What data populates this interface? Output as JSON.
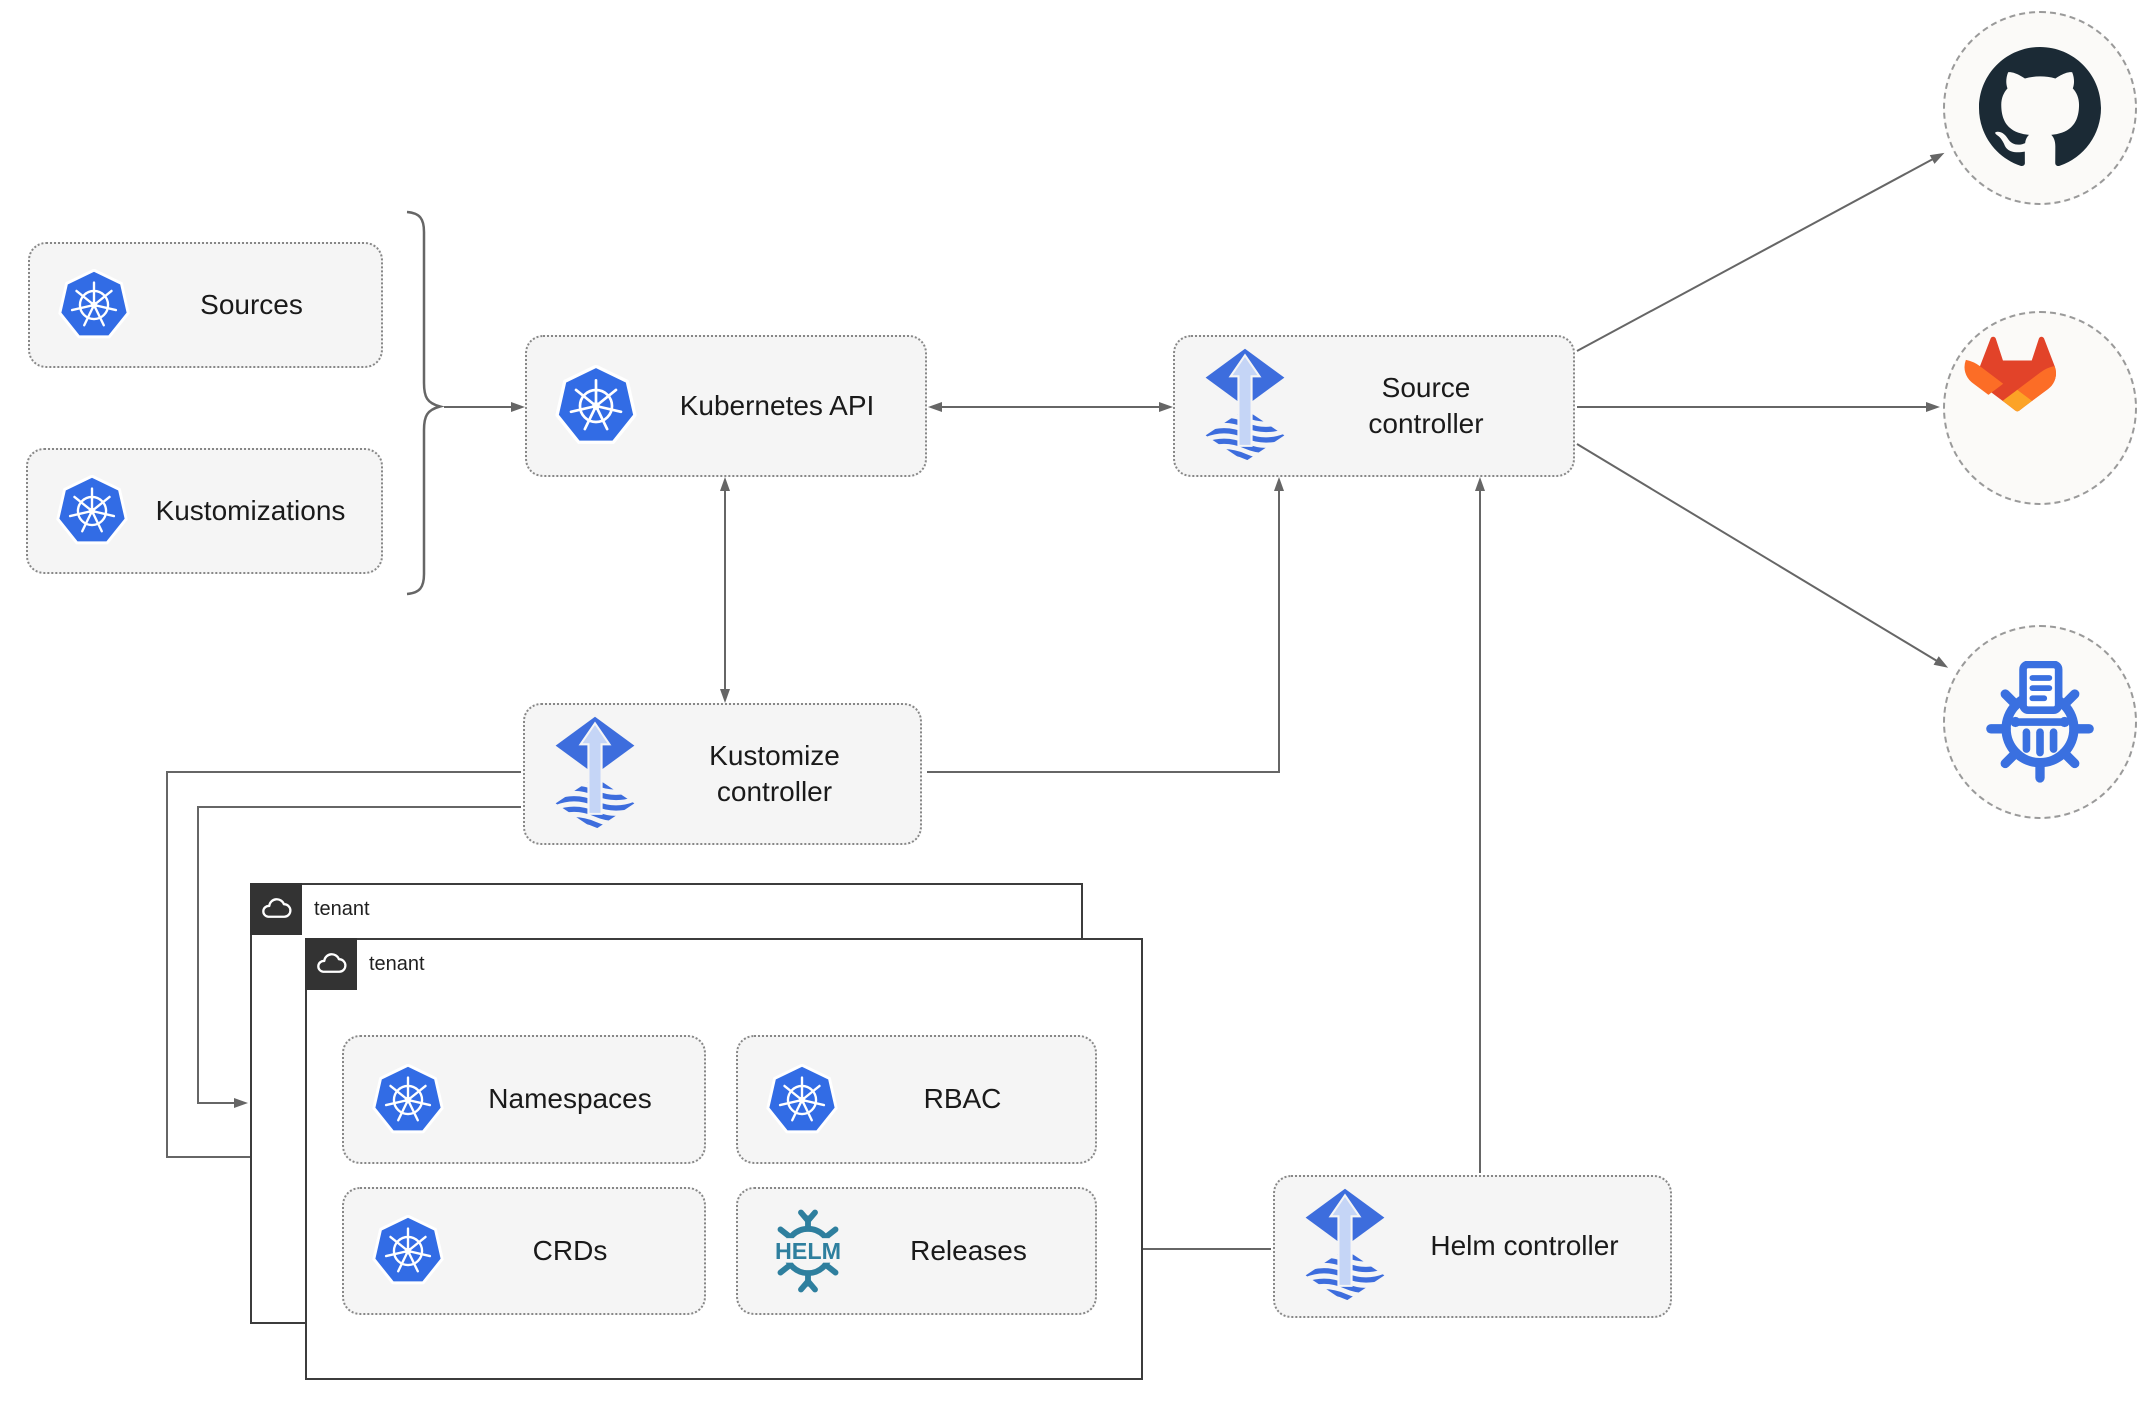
{
  "diagram": {
    "nodes": {
      "sources": {
        "label": "Sources",
        "icon": "kubernetes"
      },
      "kustomizations": {
        "label": "Kustomizations",
        "icon": "kubernetes"
      },
      "kubernetes_api": {
        "label": "Kubernetes API",
        "icon": "kubernetes"
      },
      "source_controller": {
        "label": "Source controller",
        "icon": "flux"
      },
      "kustomize_controller": {
        "label": "Kustomize controller",
        "icon": "flux"
      },
      "helm_controller": {
        "label": "Helm controller",
        "icon": "flux"
      },
      "tenant_back": {
        "label": "tenant",
        "icon": "cloud"
      },
      "tenant_front": {
        "label": "tenant",
        "icon": "cloud"
      },
      "namespaces": {
        "label": "Namespaces",
        "icon": "kubernetes"
      },
      "rbac": {
        "label": "RBAC",
        "icon": "kubernetes"
      },
      "crds": {
        "label": "CRDs",
        "icon": "kubernetes"
      },
      "releases": {
        "label": "Releases",
        "icon": "helm",
        "icon_text": "HELM"
      },
      "github": {
        "icon": "github"
      },
      "gitlab": {
        "icon": "gitlab"
      },
      "helm_repository": {
        "icon": "helm-repository"
      }
    },
    "edges": [
      {
        "from": "sources+kustomizations",
        "to": "kubernetes_api",
        "type": "arrow"
      },
      {
        "from": "kubernetes_api",
        "to": "source_controller",
        "type": "double-arrow"
      },
      {
        "from": "kubernetes_api",
        "to": "kustomize_controller",
        "type": "double-arrow"
      },
      {
        "from": "kustomize_controller",
        "to": "source_controller",
        "type": "arrow"
      },
      {
        "from": "helm_controller",
        "to": "source_controller",
        "type": "arrow"
      },
      {
        "from": "helm_controller",
        "to": "releases",
        "type": "arrow"
      },
      {
        "from": "kustomize_controller",
        "to": "tenant_front",
        "type": "arrow"
      },
      {
        "from": "kustomize_controller",
        "to": "tenant_back",
        "type": "arrow"
      },
      {
        "from": "source_controller",
        "to": "github",
        "type": "arrow"
      },
      {
        "from": "source_controller",
        "to": "gitlab",
        "type": "arrow"
      },
      {
        "from": "source_controller",
        "to": "helm_repository",
        "type": "arrow"
      }
    ],
    "colors": {
      "kubernetes_blue": "#326ce5",
      "flux_blue": "#3d6ddd",
      "flux_arrow_light": "#c5d5f6",
      "helm_teal": "#2e7f9e",
      "github_dark": "#1b2a35",
      "gitlab_red_orange": "#e24329",
      "gitlab_orange": "#fc6d26",
      "gitlab_yellow": "#fca326",
      "chart_repo_blue": "#3a70e0",
      "connector_gray": "#666666",
      "node_fill": "#f5f5f5",
      "tenant_tab_dark": "#333333"
    }
  }
}
